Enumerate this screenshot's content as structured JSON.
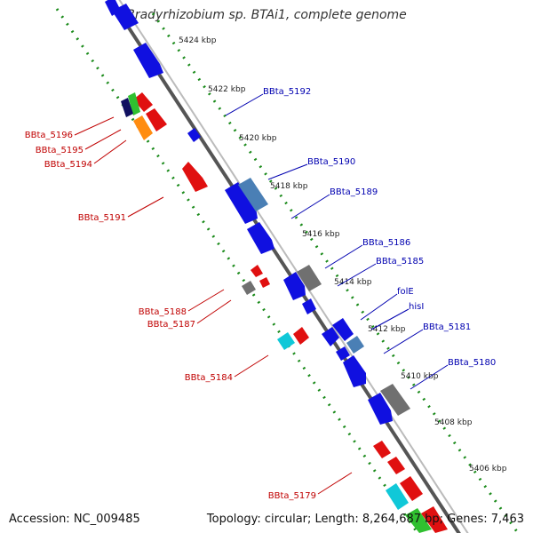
{
  "title": "Bradyrhizobium sp. BTAi1, complete genome",
  "footer": {
    "accession": "Accession: NC_009485",
    "summary": "Topology: circular; Length: 8,264,687 bp; Genes: 7,463"
  },
  "scale": [
    {
      "label": "5424 kbp",
      "kbp": 5424
    },
    {
      "label": "5422 kbp",
      "kbp": 5422
    },
    {
      "label": "5420 kbp",
      "kbp": 5420
    },
    {
      "label": "5418 kbp",
      "kbp": 5418
    },
    {
      "label": "5416 kbp",
      "kbp": 5416
    },
    {
      "label": "5414 kbp",
      "kbp": 5414
    },
    {
      "label": "5412 kbp",
      "kbp": 5412
    },
    {
      "label": "5410 kbp",
      "kbp": 5410
    },
    {
      "label": "5408 kbp",
      "kbp": 5408
    },
    {
      "label": "5406 kbp",
      "kbp": 5406
    }
  ],
  "gene_labels_right": [
    "BBta_5192",
    "BBta_5190",
    "BBta_5189",
    "BBta_5186",
    "BBta_5185",
    "folE",
    "hisI",
    "BBta_5181",
    "BBta_5180"
  ],
  "gene_labels_left": [
    "BBta_5196",
    "BBta_5195",
    "BBta_5194",
    "BBta_5191",
    "BBta_5188",
    "BBta_5187",
    "BBta_5184",
    "BBta_5179"
  ],
  "colors": {
    "backbone": "#888888",
    "scale_dots": "#1a8a1a",
    "forward": "#1010e0",
    "reverse": "#e01010",
    "label_right": "#0000b0",
    "label_left": "#c00000",
    "steel": "#4a7fb5",
    "grey": "#707070",
    "cyan": "#10c8d8",
    "orange": "#ff8c10",
    "navy": "#101060",
    "green": "#30c030"
  }
}
